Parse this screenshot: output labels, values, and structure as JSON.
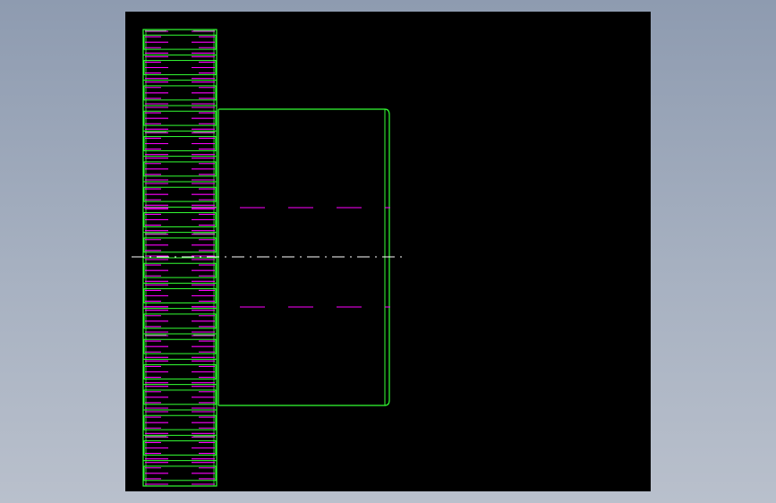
{
  "viewport": {
    "background": "#000000"
  },
  "colors": {
    "outline": "#33ff33",
    "hatch": "#ff00ff",
    "centerline": "#ffffff",
    "tooth_gray": "#9a9a9a"
  },
  "drawing": {
    "view": "gear-shaft-side-view",
    "gear": {
      "tooth_count_visible": 18
    },
    "hub": {
      "hidden_bore_lines": 2
    },
    "centerline": {
      "style": "dash-dot"
    }
  }
}
